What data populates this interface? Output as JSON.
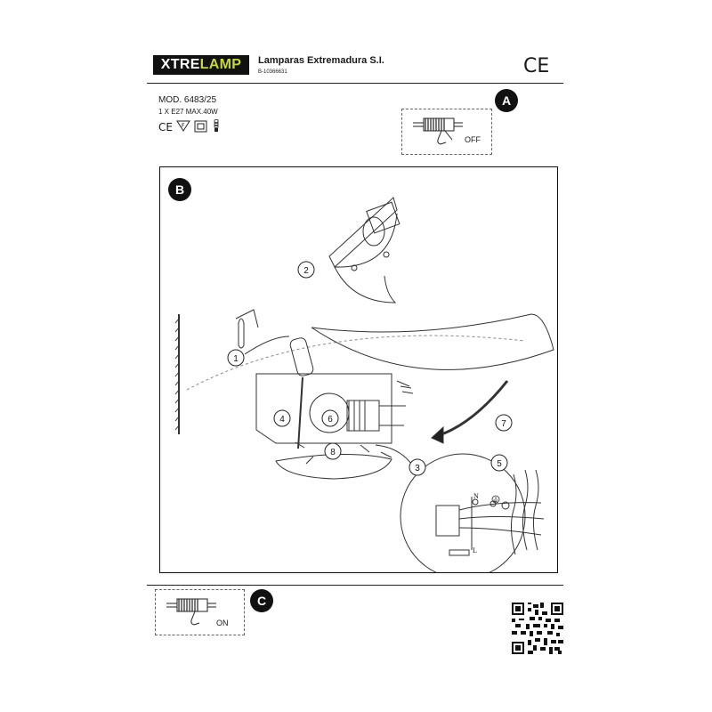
{
  "header": {
    "brand_prefix": "XTRE",
    "brand_suffix": "LAMP",
    "company": "Lamparas Extremadura S.I.",
    "cif": "B-10366631",
    "ce_mark": "CE"
  },
  "product": {
    "model": "MOD. 6483/25",
    "spec": "1 X E27 MAX.40W"
  },
  "steps": {
    "a": {
      "badge": "A",
      "label": "OFF"
    },
    "b": {
      "badge": "B"
    },
    "c": {
      "badge": "C",
      "label": "ON"
    }
  },
  "callouts": [
    "1",
    "2",
    "3",
    "4",
    "5",
    "6",
    "7",
    "8"
  ],
  "wiring": {
    "neutral": "N",
    "live": "L"
  }
}
